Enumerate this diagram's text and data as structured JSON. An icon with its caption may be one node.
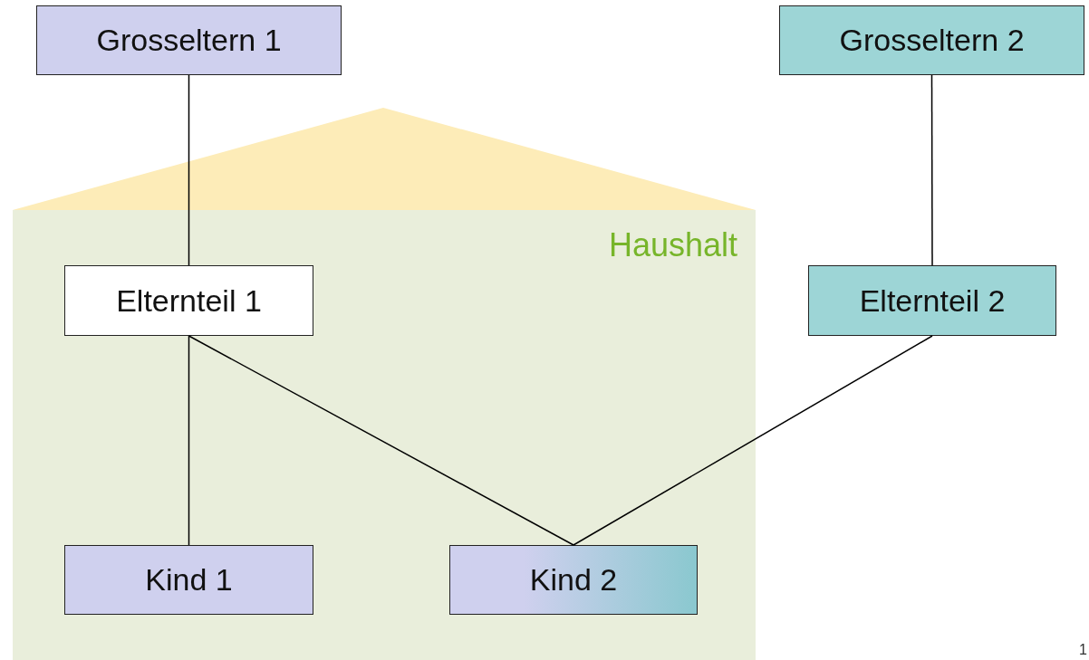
{
  "diagram": {
    "nodes": [
      {
        "text": [
          "Haushalt"
        ]
      },
      {
        "text": [
          "Grosseltern 1"
        ]
      },
      {
        "text": [
          "Grosseltern 2"
        ]
      },
      {
        "text": [
          "Elternteil 1"
        ],
        "in": 0
      },
      {
        "text": [
          "Elternteil 2"
        ]
      },
      {
        "text": [
          "Kind 1"
        ],
        "in": 0
      },
      {
        "text": [
          "Kind 2"
        ],
        "in": 0
      }
    ],
    "edges": [
      {
        "from": 1,
        "to": 3,
        "arrow": "none"
      },
      {
        "from": 2,
        "to": 4,
        "arrow": "none"
      },
      {
        "from": 3,
        "to": 5,
        "arrow": "none"
      },
      {
        "from": 3,
        "to": 6,
        "arrow": "none"
      },
      {
        "from": 4,
        "to": 6,
        "arrow": "none"
      }
    ],
    "labels": [
      "1"
    ]
  }
}
